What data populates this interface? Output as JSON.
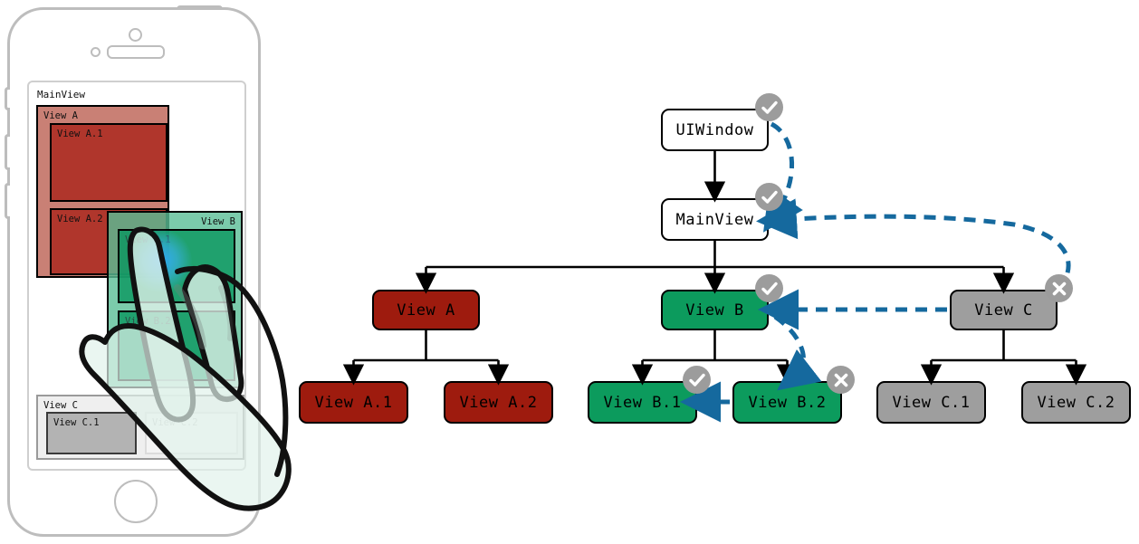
{
  "phone": {
    "screen_title": "MainView",
    "views": [
      {
        "name": "View A",
        "children": [
          "View A.1",
          "View A.2"
        ],
        "color": "#b0362c"
      },
      {
        "name": "View B",
        "children": [
          "View B.1",
          "View B.2"
        ],
        "color": "#0a965f"
      },
      {
        "name": "View C",
        "children": [
          "View C.1",
          "View C.2"
        ],
        "color": "#b3b3b3"
      }
    ],
    "touch_target": "View B.1",
    "hand_icon": "pointing-hand-icon",
    "touch_icon": "touch-glow-icon"
  },
  "tree": {
    "root": "UIWindow",
    "level1": "MainView",
    "level2": [
      "View A",
      "View B",
      "View C"
    ],
    "level3": [
      "View A.1",
      "View A.2",
      "View B.1",
      "View B.2",
      "View C.1",
      "View C.2"
    ],
    "badges": {
      "hit": "check-icon",
      "miss": "cross-icon"
    },
    "badge_states": [
      {
        "node": "UIWindow",
        "state": "check-icon"
      },
      {
        "node": "MainView",
        "state": "check-icon"
      },
      {
        "node": "View C",
        "state": "cross-icon"
      },
      {
        "node": "View B",
        "state": "check-icon"
      },
      {
        "node": "View B.2",
        "state": "cross-icon"
      },
      {
        "node": "View B.1",
        "state": "check-icon"
      }
    ],
    "colors": {
      "red": "#9e1b0e",
      "green": "#0c9b5d",
      "gray": "#9e9e9e",
      "badge": "#9c9c9c",
      "hit_test_arrow": "#15699e",
      "hierarchy_arrow": "#000000"
    },
    "hit_test_path": [
      "UIWindow",
      "MainView",
      "View C",
      "View B",
      "View B.2",
      "View B.1"
    ]
  }
}
